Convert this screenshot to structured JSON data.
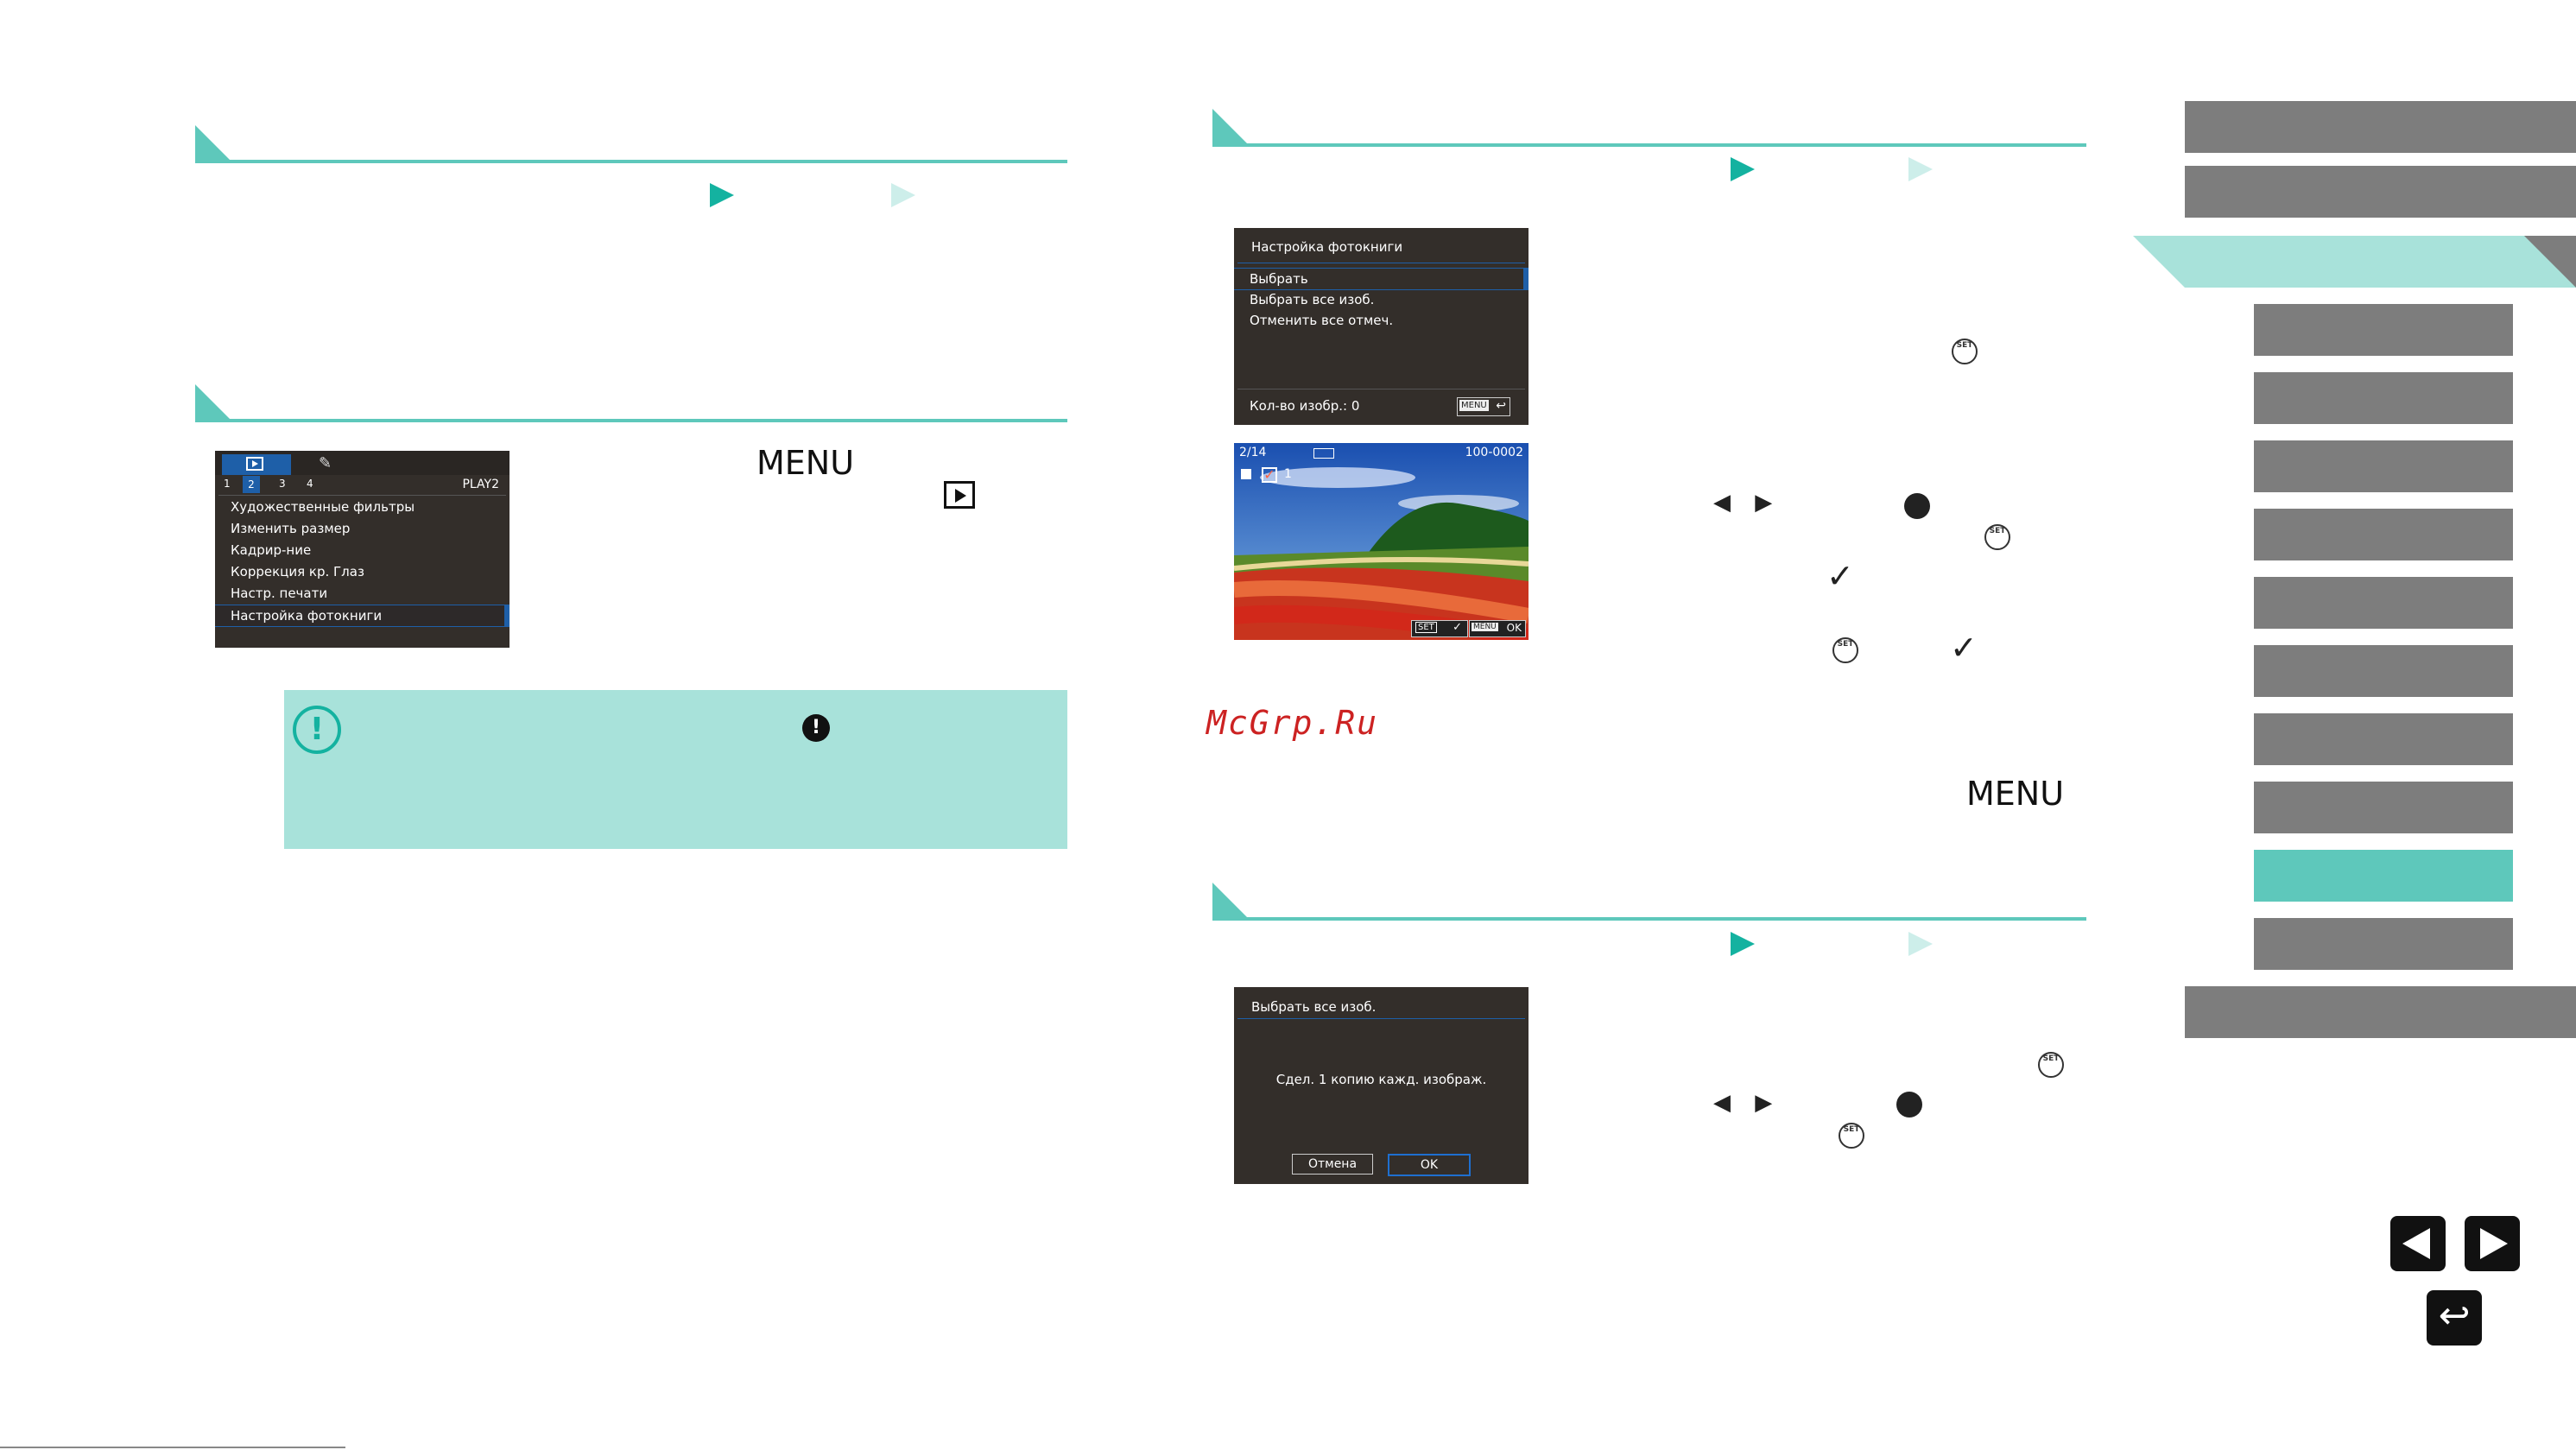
{
  "watermark": "McGrp.Ru",
  "colors": {
    "accent": "#5ec8bb",
    "accent_dark": "#14b2a0",
    "note_bg": "#a8e2da",
    "sidebar_gray": "#7d7d7d",
    "camera_bg": "#332e2a",
    "camera_highlight": "#1e5fa8"
  },
  "left_menu_screen": {
    "tab_labels": [
      "1",
      "2",
      "3",
      "4"
    ],
    "page": "PLAY2",
    "items": [
      "Художественные фильтры",
      "Изменить размер",
      "Кадрир-ние",
      "Коррекция кр. Глаз",
      "Настр. печати",
      "Настройка фотокниги"
    ]
  },
  "step_labels": {
    "menu_word": "MENU"
  },
  "photobook_screen": {
    "title": "Настройка фотокниги",
    "items": [
      "Выбрать",
      "Выбрать все изоб.",
      "Отменить все отмеч."
    ],
    "count_label": "Кол-во изобр.: 0",
    "menu_badge": "MENU"
  },
  "image_screen": {
    "index": "2/14",
    "file": "100-0002",
    "check_count": "1",
    "set_badge": "SET",
    "menu_badge": "MENU",
    "ok_label": "OK"
  },
  "select_all_screen": {
    "title": "Выбрать все изоб.",
    "message": "Сдел. 1 копию кажд. изображ.",
    "cancel": "Отмена",
    "ok": "OK"
  },
  "icons": {
    "set": "SET",
    "dial": "control-dial-icon",
    "check": "✓"
  }
}
